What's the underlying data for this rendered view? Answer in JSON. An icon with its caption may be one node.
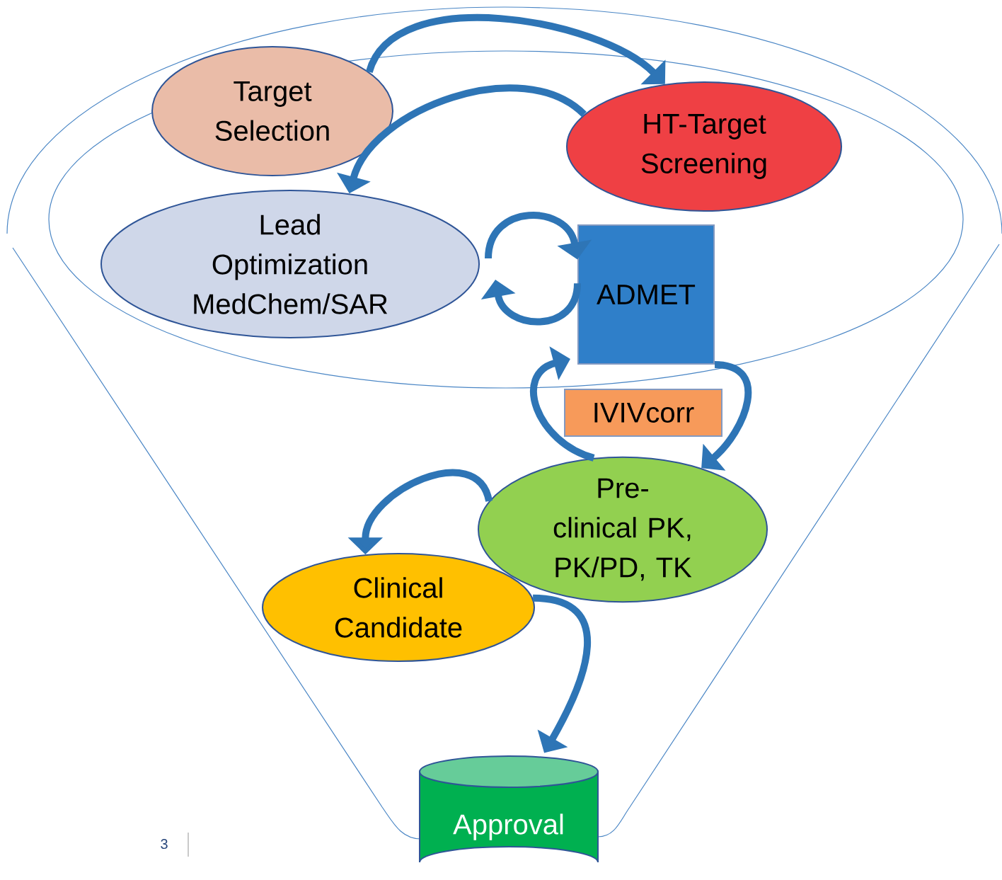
{
  "diagram": {
    "nodes": [
      {
        "text": [
          "Target Selection"
        ]
      },
      {
        "text": [
          "HT-Target Screening"
        ]
      },
      {
        "text": [
          "Lead Optimization MedChem/SAR"
        ]
      },
      {
        "text": [
          "ADMET"
        ]
      },
      {
        "text": [
          "IVIVcorr"
        ]
      },
      {
        "text": [
          "Pre-clinical PK, PK/PD, TK"
        ]
      },
      {
        "text": [
          "Clinical Candidate"
        ]
      },
      {
        "text": [
          "Approval"
        ]
      }
    ],
    "edges": [
      {
        "from": 0,
        "to": 1,
        "arrow": "to"
      },
      {
        "from": 1,
        "to": 2,
        "arrow": "to"
      },
      {
        "from": 2,
        "to": 3,
        "arrow": "to"
      },
      {
        "from": 3,
        "to": 2,
        "arrow": "to"
      },
      {
        "from": 3,
        "to": 5,
        "arrow": "to"
      },
      {
        "from": 5,
        "to": 3,
        "arrow": "to"
      },
      {
        "from": 5,
        "to": 6,
        "arrow": "to"
      },
      {
        "from": 6,
        "to": 7,
        "arrow": "to"
      }
    ],
    "labels": [
      "3"
    ]
  }
}
